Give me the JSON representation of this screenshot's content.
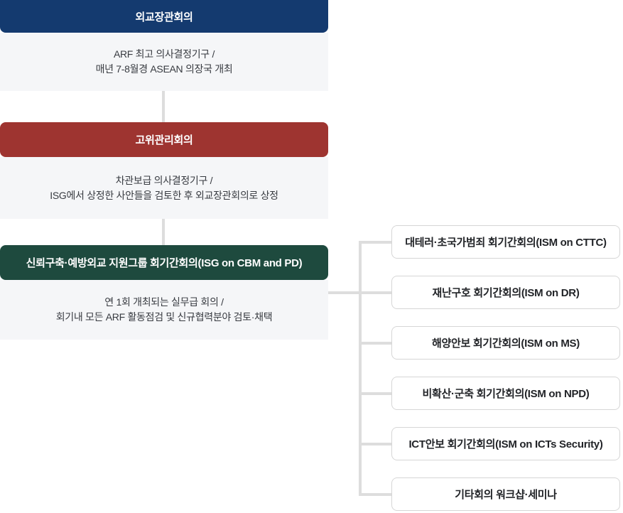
{
  "diagram": {
    "title_meaning": "ARF meeting structure organization chart",
    "levels": [
      {
        "title": "외교장관회의",
        "color": "#143A6F",
        "lines": [
          "ARF 최고 의사결정기구 /",
          "매년 7-8월경 ASEAN 의장국 개최"
        ]
      },
      {
        "title": "고위관리회의",
        "color": "#9E3430",
        "lines": [
          "차관보급 의사결정기구 /",
          "ISG에서 상정한 사안들을 검토한 후 외교장관회의로 상정"
        ]
      },
      {
        "title": "신뢰구축·예방외교 지원그룹 회기간회의(ISG on CBM and PD)",
        "color": "#1E4A3E",
        "lines": [
          "연 1회 개최되는 실무급 회의 /",
          "회기내 모든 ARF 활동점검 및 신규협력분야 검토·채택"
        ]
      }
    ],
    "ism_meetings": [
      {
        "label": "대테러·초국가범죄 회기간회의(ISM on CTTC)"
      },
      {
        "label": "재난구호 회기간회의(ISM on DR)"
      },
      {
        "label": "해양안보 회기간회의(ISM on MS)"
      },
      {
        "label": "비확산·군축 회기간회의(ISM on NPD)"
      },
      {
        "label": "ICT안보 회기간회의(ISM on ICTs Security)"
      },
      {
        "label": "기타회의 워크샵·세미나"
      }
    ],
    "colors": {
      "level1_bg": "#143A6F",
      "level2_bg": "#9E3430",
      "level3_bg": "#1E4A3E",
      "desc_bg": "#F5F6F8",
      "connector": "#DDDDDD",
      "ism_border": "#D6D6D6",
      "desc_text": "#383B41",
      "ism_text": "#222428",
      "header_text": "#FFFFFF"
    }
  }
}
